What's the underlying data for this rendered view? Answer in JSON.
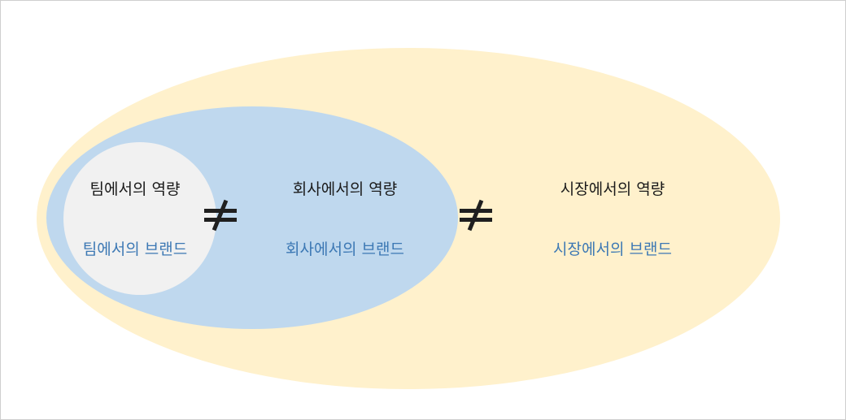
{
  "colors": {
    "market_fill": "#fff1cc",
    "company_fill": "#bfd8ee",
    "team_fill": "#f1f1f1",
    "capability_text": "#1a1a1a",
    "brand_text": "#3c78b4",
    "neq_symbol": "#1f1f1f"
  },
  "team": {
    "capability": "팀에서의 역량",
    "brand": "팀에서의 브랜드"
  },
  "company": {
    "capability": "회사에서의 역량",
    "brand": "회사에서의 브랜드"
  },
  "market": {
    "capability": "시장에서의 역량",
    "brand": "시장에서의 브랜드"
  },
  "separators": [
    {
      "icon": "not-equal-icon"
    },
    {
      "icon": "not-equal-icon"
    }
  ]
}
